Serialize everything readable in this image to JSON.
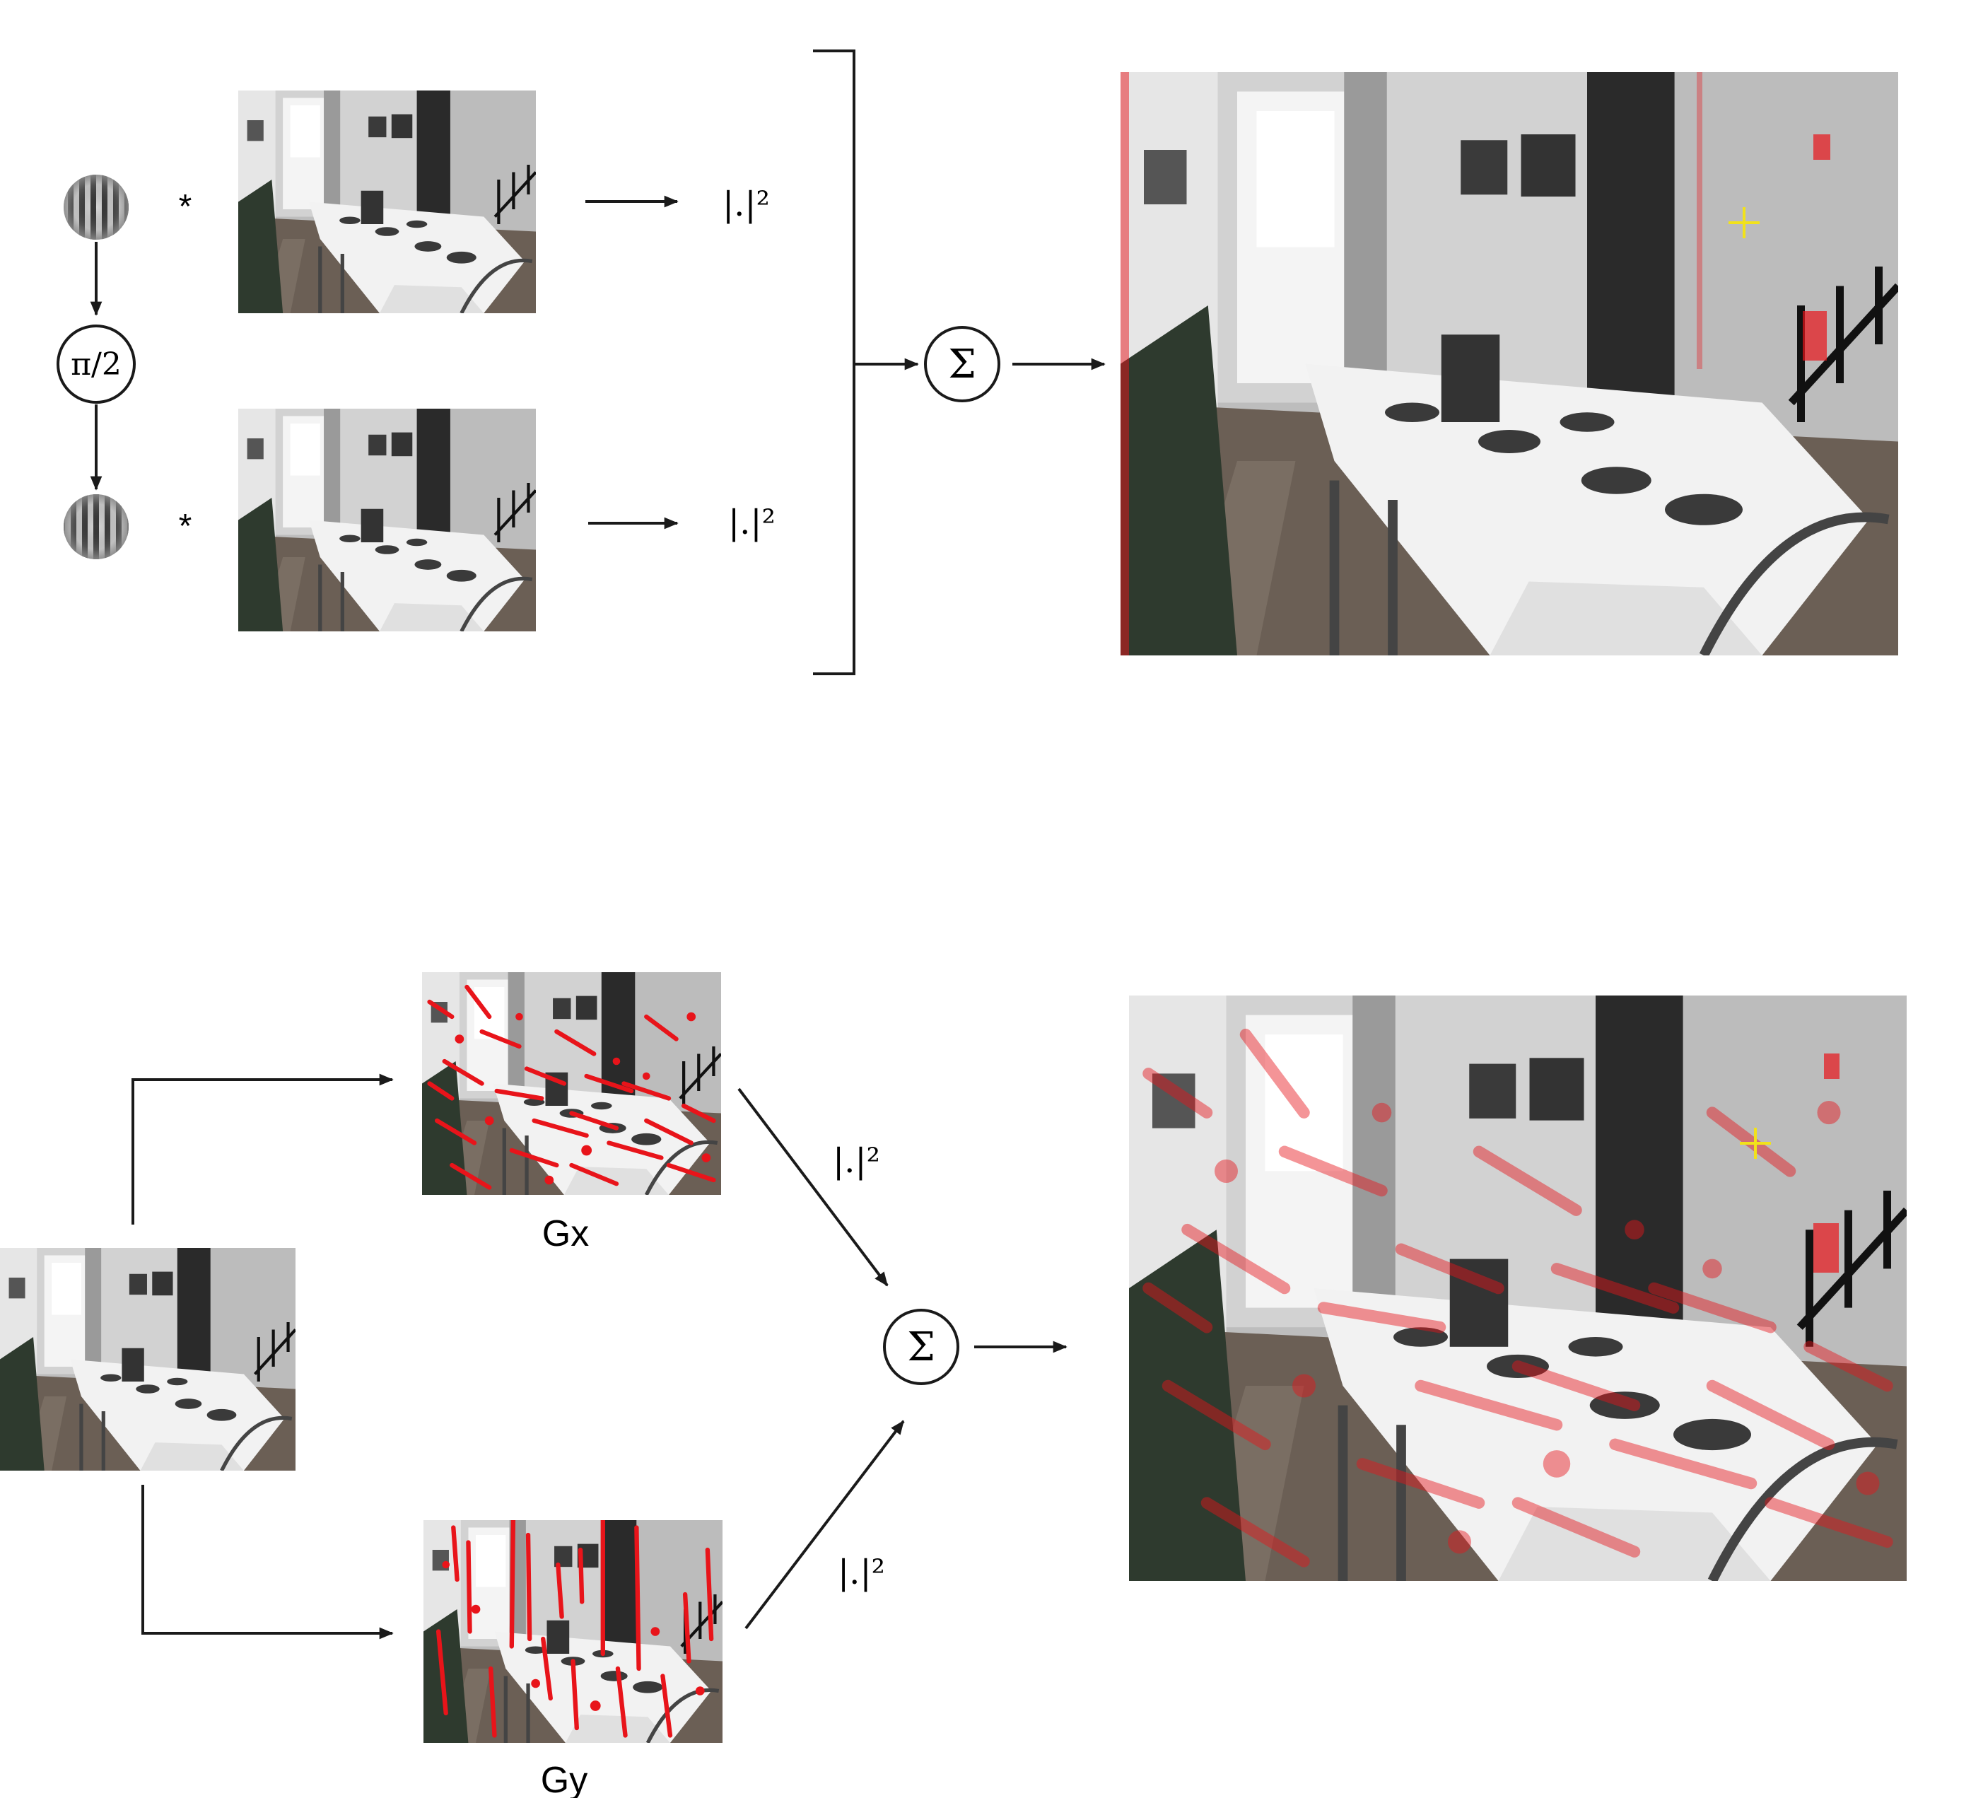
{
  "colors": {
    "line": "#1a1a1a",
    "edge_highlight": "#e8141a",
    "marker": "#f2e21a",
    "photo_floor": "#5a5048",
    "photo_wall": "#cfcfcf"
  },
  "top": {
    "convolution_symbol": "*",
    "phase_shift_label": "π/2",
    "magnitude_squared_label": "|.|²",
    "sum_symbol": "Σ",
    "filter_icons": [
      "gabor-filter-icon",
      "gabor-filter-icon"
    ]
  },
  "bottom": {
    "gradient_x_label": "Gx",
    "gradient_y_label": "Gy",
    "magnitude_squared_label": "|.|²",
    "sum_symbol": "Σ"
  }
}
